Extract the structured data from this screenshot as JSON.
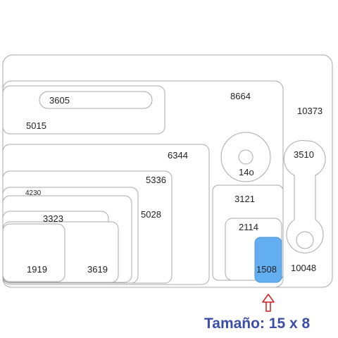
{
  "diagram": {
    "labels": {
      "l10373": "10373",
      "l8664": "8664",
      "l3605": "3605",
      "l5015": "5015",
      "l6344": "6344",
      "l5336": "5336",
      "l4230": "4230",
      "l3323": "3323",
      "l5028": "5028",
      "l1919": "1919",
      "l3619": "3619",
      "l3121": "3121",
      "l2114": "2114",
      "l1508": "1508",
      "l10048": "10048",
      "l140": "14o",
      "l3510": "3510"
    },
    "highlight_color": "#62aef0",
    "arrow_color": "#cc1f1f",
    "caption": "Tamaño: 15 x 8",
    "caption_color": "#3b4ea8"
  }
}
